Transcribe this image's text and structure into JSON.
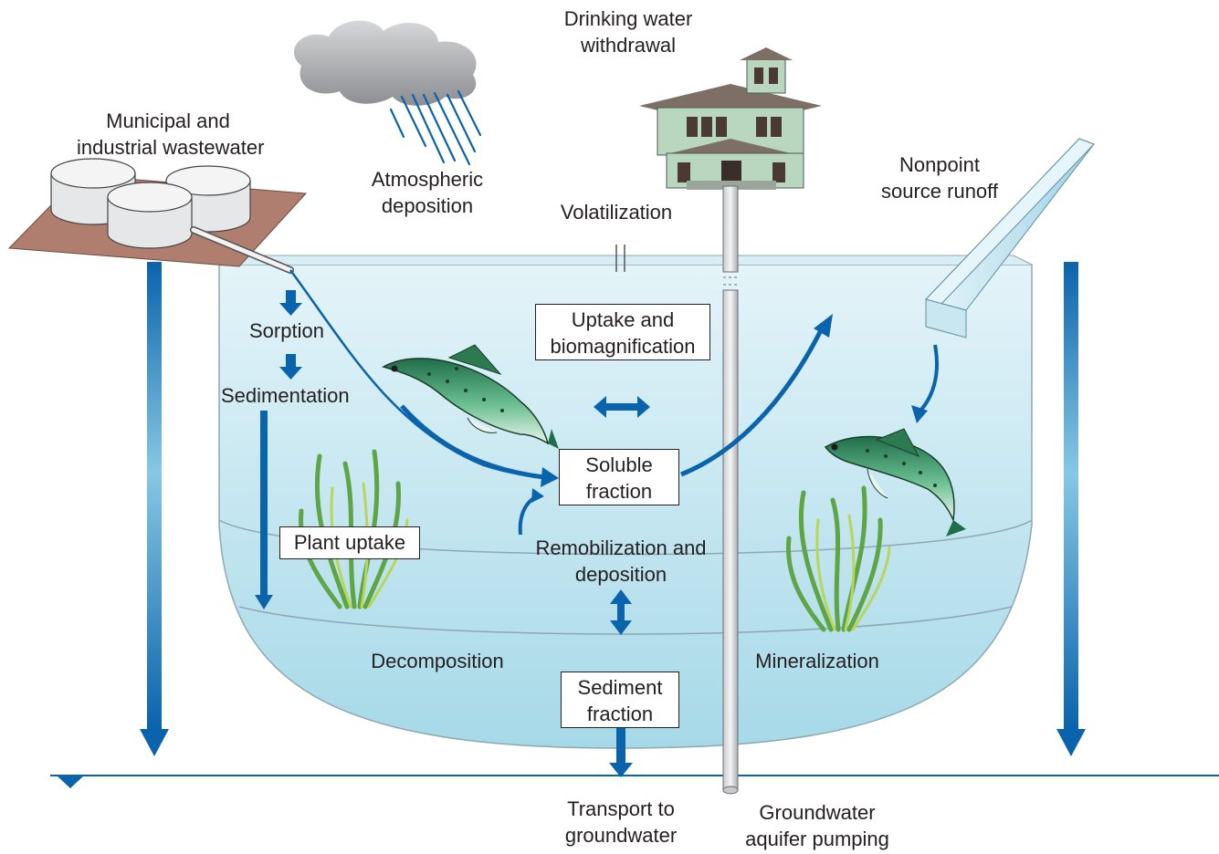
{
  "colors": {
    "arrow_blue": "#0a63ad",
    "water_light": "#cfeaf3",
    "water_mid": "#a9dbe9",
    "plant_green": "#6ab04c",
    "fish_green": "#2f8f5f",
    "ground_pad": "#b07e6e",
    "cloud_gray": "#a6a8ab",
    "house_green": "#b9d6bf",
    "pipe_gray": "#d9dadc"
  },
  "icons": [
    "cloud-rain-icon",
    "wastewater-tanks-icon",
    "house-icon",
    "fish-icon",
    "aquatic-plant-icon",
    "runoff-pipe-icon",
    "water-table-marker-icon"
  ],
  "labels": {
    "municipal_line1": "Municipal and",
    "municipal_line2": "industrial wastewater",
    "atmospheric_line1": "Atmospheric",
    "atmospheric_line2": "deposition",
    "drinking_line1": "Drinking water",
    "drinking_line2": "withdrawal",
    "volatilization": "Volatilization",
    "nonpoint_line1": "Nonpoint",
    "nonpoint_line2": "source runoff",
    "sorption": "Sorption",
    "sedimentation": "Sedimentation",
    "uptake_line1": "Uptake and",
    "uptake_line2": "biomagnification",
    "soluble_line1": "Soluble",
    "soluble_line2": "fraction",
    "plant_uptake": "Plant uptake",
    "remob_line1": "Remobilization and",
    "remob_line2": "deposition",
    "decomposition": "Decomposition",
    "mineralization": "Mineralization",
    "sediment_line1": "Sediment",
    "sediment_line2": "fraction",
    "transport_line1": "Transport to",
    "transport_line2": "groundwater",
    "groundwater_line1": "Groundwater",
    "groundwater_line2": "aquifer pumping"
  }
}
